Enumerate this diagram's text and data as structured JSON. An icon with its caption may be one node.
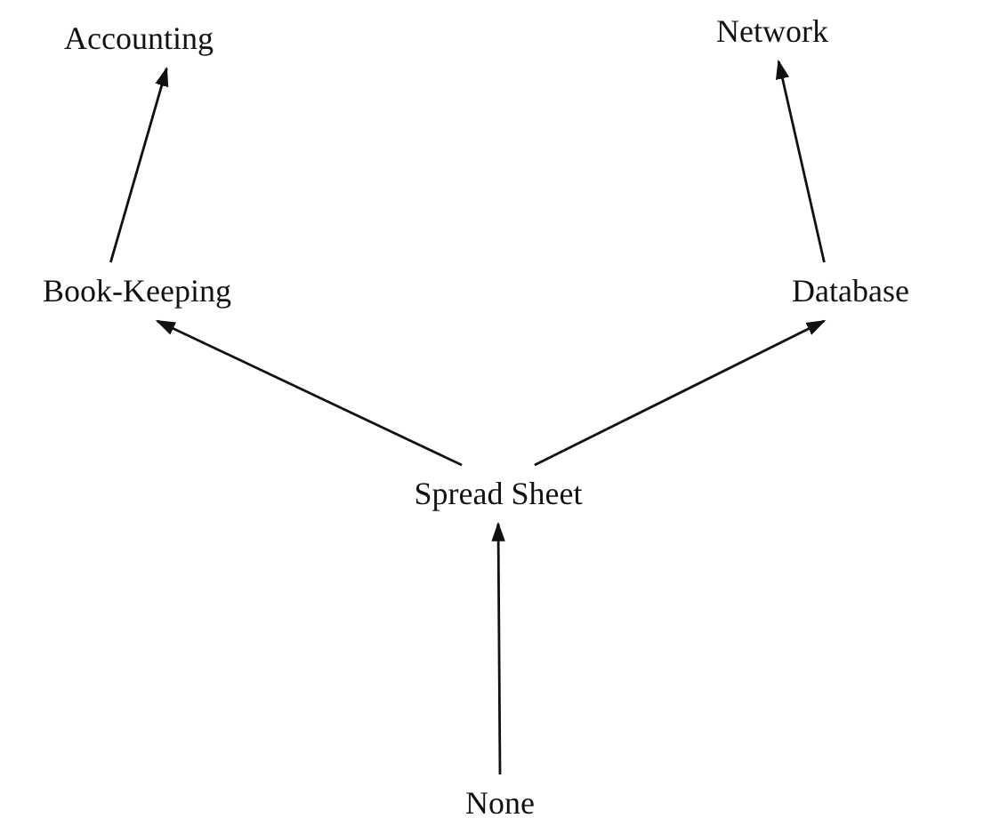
{
  "diagram": {
    "nodes": [
      {
        "text": [
          "Accounting"
        ]
      },
      {
        "text": [
          "Network"
        ]
      },
      {
        "text": [
          "Book-Keeping"
        ]
      },
      {
        "text": [
          "Database"
        ]
      },
      {
        "text": [
          "Spread Sheet"
        ]
      },
      {
        "text": [
          "None"
        ]
      }
    ],
    "edges": [
      {
        "from": 2,
        "to": 0,
        "arrow": "to"
      },
      {
        "from": 3,
        "to": 1,
        "arrow": "to"
      },
      {
        "from": 4,
        "to": 2,
        "arrow": "to"
      },
      {
        "from": 4,
        "to": 3,
        "arrow": "to"
      },
      {
        "from": 5,
        "to": 4,
        "arrow": "to"
      }
    ]
  }
}
